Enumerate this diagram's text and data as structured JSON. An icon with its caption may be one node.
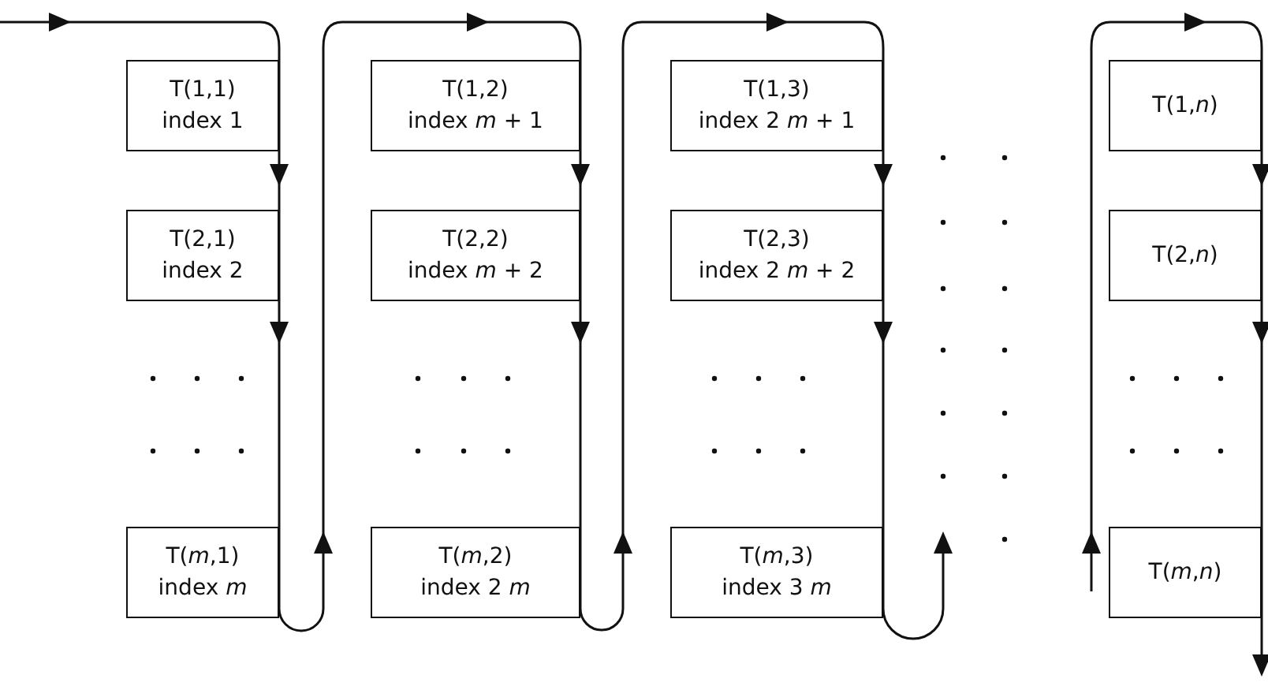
{
  "diagram": {
    "nodes": [
      {
        "text": [
          "T(1,1)",
          "index 1"
        ]
      },
      {
        "text": [
          "T(2,1)",
          "index 2"
        ]
      },
      {
        "text": [
          "T(*m*,1)",
          "index *m*"
        ]
      },
      {
        "text": [
          "T(1,2)",
          "index *m* + 1"
        ]
      },
      {
        "text": [
          "T(2,2)",
          "index *m* + 2"
        ]
      },
      {
        "text": [
          "T(*m*,2)",
          "index 2 *m*"
        ]
      },
      {
        "text": [
          "T(1,3)",
          "index 2 *m* + 1"
        ]
      },
      {
        "text": [
          "T(2,3)",
          "index 2 *m* + 2"
        ]
      },
      {
        "text": [
          "T(*m*,3)",
          "index 3 *m*"
        ]
      },
      {
        "text": [
          "T(1,*n*)"
        ]
      },
      {
        "text": [
          "T(2,*n*)"
        ]
      },
      {
        "text": [
          "T(*m*,*n*)"
        ]
      }
    ]
  }
}
